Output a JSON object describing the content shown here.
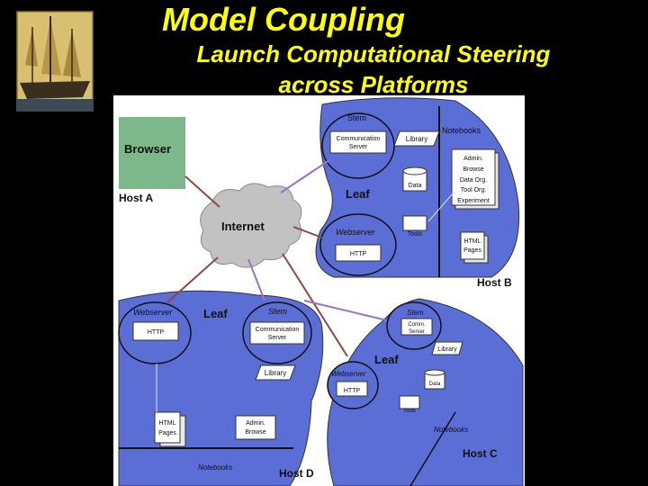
{
  "title": "Model Coupling",
  "subtitle_line1": "Launch Computational Steering",
  "subtitle_line2": "across Platforms",
  "logo_icon": "sailing-ship-icon",
  "colors": {
    "background": "#000000",
    "title": "#ffff00",
    "panel": "#ffffff",
    "host_blob": "#5b6ed6",
    "browser_box": "#7db88a",
    "internet_cloud": "#c2c2c2",
    "link_brown": "#8e4a3e",
    "link_purple": "#9a72c9"
  },
  "diagram": {
    "host_a": {
      "browser": "Browser",
      "label": "Host A"
    },
    "internet": "Internet",
    "host_b": {
      "stem": "Stem",
      "comm_server_line1": "Communication",
      "comm_server_line2": "Server",
      "library": "Library",
      "notebooks": "Notebooks",
      "data": "Data",
      "leaf": "Leaf",
      "admin_items": [
        "Admin.",
        "Browse",
        "Data Org.",
        "Tool Org.",
        "Experiment"
      ],
      "webserver": "Webserver",
      "http": "HTTP",
      "tools": "Tools",
      "html_line1": "HTML",
      "html_line2": "Pages",
      "label": "Host B"
    },
    "host_d": {
      "webserver": "Webserver",
      "http": "HTTP",
      "leaf": "Leaf",
      "stem": "Stem",
      "comm_server_line1": "Communication",
      "comm_server_line2": "Server",
      "library": "Library",
      "html_line1": "HTML",
      "html_line2": "Pages",
      "admin_line1": "Admin.",
      "admin_line2": "Browse",
      "notebooks": "Notebooks",
      "label": "Host D"
    },
    "host_c": {
      "stem": "Stem",
      "comm_line1": "Comm.",
      "comm_line2": "Server",
      "library": "Library",
      "leaf": "Leaf",
      "webserver": "Webserver",
      "http": "HTTP",
      "data": "Data",
      "tools": "Tools",
      "notebooks": "Notebooks",
      "label": "Host C"
    }
  }
}
